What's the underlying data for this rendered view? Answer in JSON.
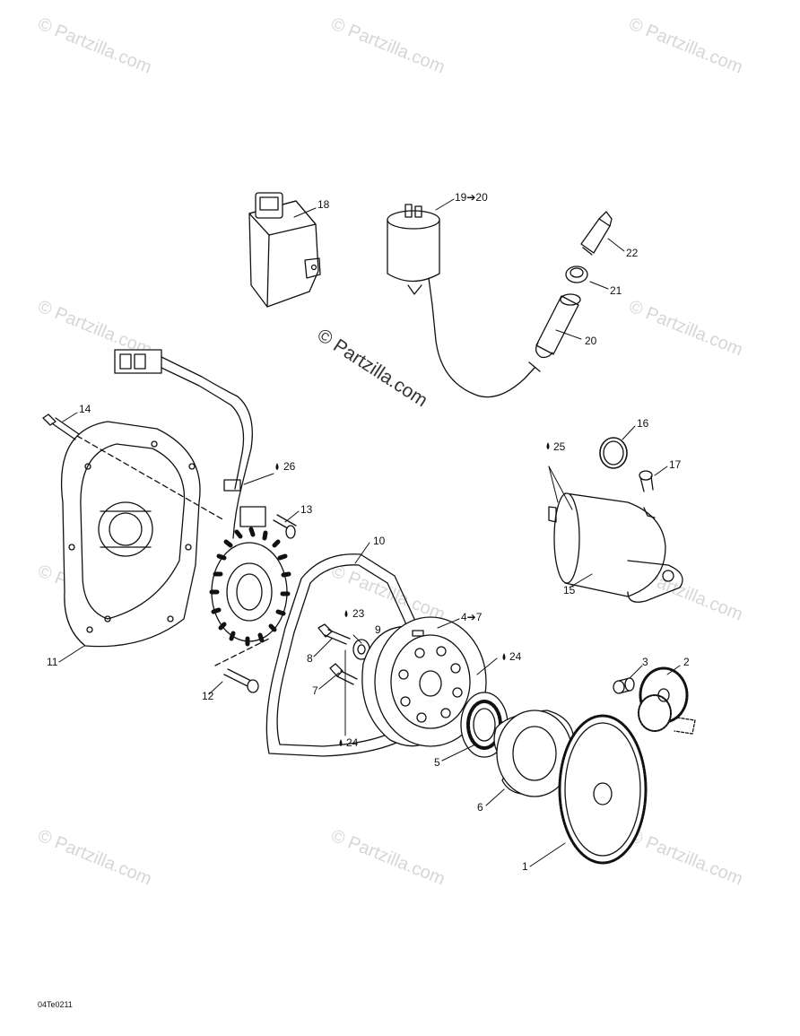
{
  "watermark": "© Partzilla.com",
  "diagram_code": "04Te0211",
  "callouts": {
    "c1": "1",
    "c2": "2",
    "c3": "3",
    "c4": "4➔7",
    "c5": "5",
    "c6": "6",
    "c7": "7",
    "c8": "8",
    "c9": "9",
    "c10": "10",
    "c11": "11",
    "c12": "12",
    "c13": "13",
    "c14": "14",
    "c15": "15",
    "c16": "16",
    "c17": "17",
    "c18": "18",
    "c19": "19➔20",
    "c20": "20",
    "c21": "21",
    "c22": "22",
    "c23": "23",
    "c24a": "24",
    "c24b": "24",
    "c25": "25",
    "c26": "26"
  }
}
